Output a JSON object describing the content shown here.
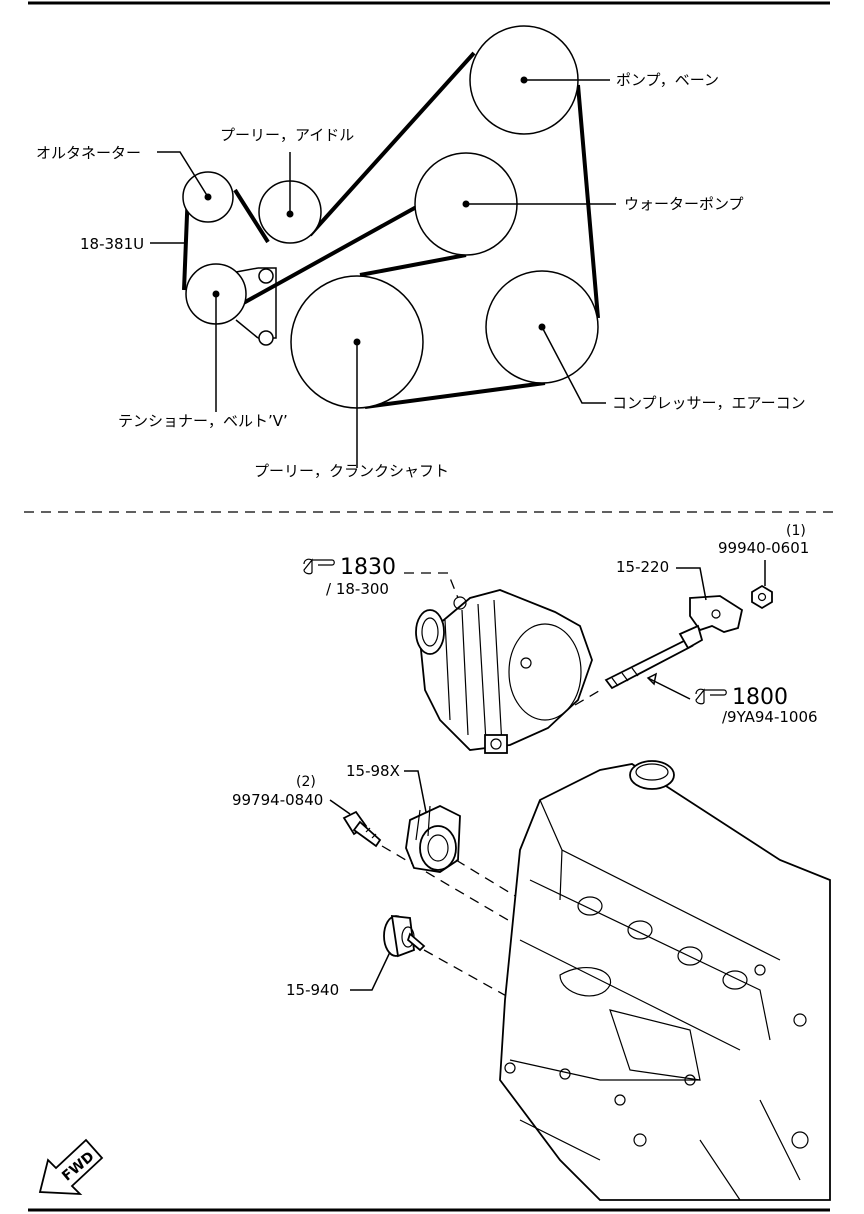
{
  "belt_diagram": {
    "labels": {
      "vane_pump": "ポンプ，ベーン",
      "idler_pulley": "プーリー，アイドル",
      "alternator": "オルタネーター",
      "water_pump": "ウォーターポンプ",
      "belt": "18-381U",
      "tensioner": "テンショナー，ベルト’V’",
      "ac_compressor": "コンプレッサー，エアーコン",
      "crank_pulley": "プーリー，クランクシャフト"
    }
  },
  "exploded_view": {
    "ref_1830": "1830",
    "ref_1830_sub": "/ 18-300",
    "part_15_220": "15-220",
    "part_99940": "99940-0601",
    "qty_1": "(1)",
    "ref_1800": "1800",
    "ref_1800_sub": "/9YA94-1006",
    "part_15_98x": "15-98X",
    "qty_2": "(2)",
    "part_99794": "99794-0840",
    "part_15_940": "15-940",
    "fwd": "FWD"
  }
}
